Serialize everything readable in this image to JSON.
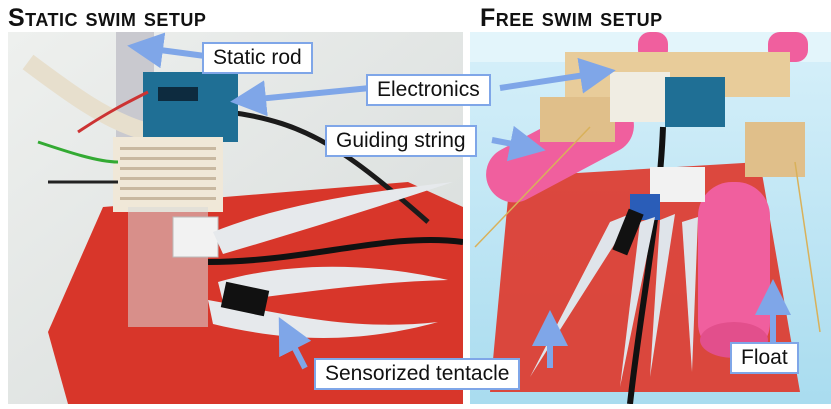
{
  "panels": {
    "left": {
      "title": "Static swim setup"
    },
    "right": {
      "title": "Free swim setup"
    }
  },
  "labels": {
    "static_rod": "Static rod",
    "electronics": "Electronics",
    "guiding_string": "Guiding string",
    "sensorized_tentacle": "Sensorized tentacle",
    "float": "Float"
  },
  "colors": {
    "arrow": "#7fa6e8",
    "red_mat": "#d8362a",
    "pool_blue": "#bfe6f5",
    "float_pink": "#f05f9e",
    "wood": "#e8cc9a",
    "tentacle": "#e6e9ec"
  }
}
